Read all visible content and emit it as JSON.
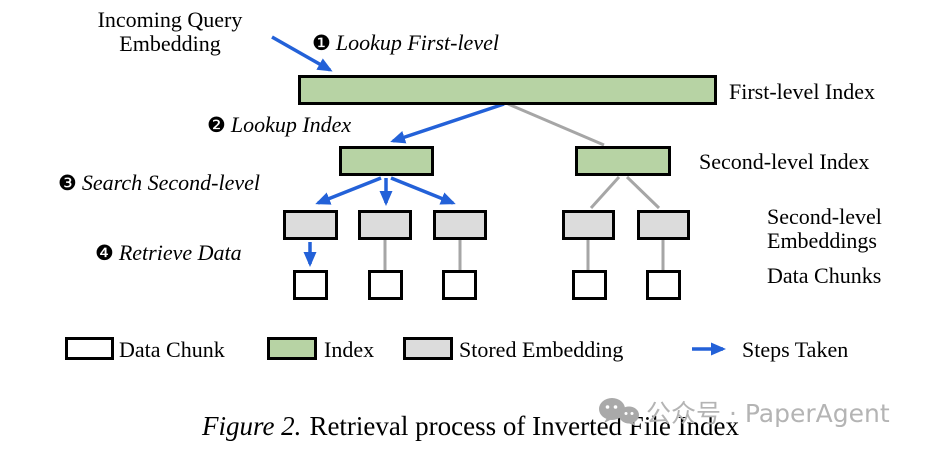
{
  "colors": {
    "index_green": "#b7d3a4",
    "embedding_gray": "#dcdcdc",
    "chunk_white": "#ffffff",
    "arrow_blue": "#2361d8",
    "line_gray": "#a6a6a6",
    "border_black": "#000000",
    "watermark_gray": "#b4b4b4"
  },
  "annotations": {
    "incoming_query_line1": "Incoming Query",
    "incoming_query_line2": "Embedding"
  },
  "steps": [
    {
      "num": "❶",
      "label": "Lookup First-level"
    },
    {
      "num": "❷",
      "label": "Lookup Index"
    },
    {
      "num": "❸",
      "label": "Search Second-level"
    },
    {
      "num": "❹",
      "label": "Retrieve Data"
    }
  ],
  "layer_labels": {
    "first_level": "First-level Index",
    "second_level": "Second-level Index",
    "embeddings_line1": "Second-level",
    "embeddings_line2": "Embeddings",
    "data_chunks": "Data Chunks"
  },
  "legend": [
    {
      "label": "Data Chunk"
    },
    {
      "label": "Index"
    },
    {
      "label": "Stored Embedding"
    },
    {
      "label": "Steps Taken"
    }
  ],
  "caption": {
    "prefix": "Figure 2.",
    "text": "Retrieval process of Inverted File Index"
  },
  "watermark": {
    "text": "公众号 · PaperAgent"
  }
}
